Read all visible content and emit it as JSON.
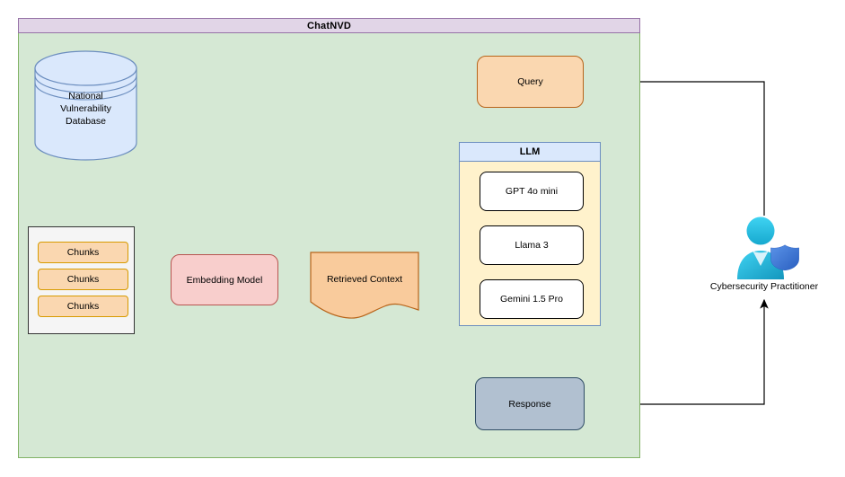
{
  "diagram": {
    "title": "ChatNVD",
    "container_label": "ChatNVD",
    "colors": {
      "container_fill": "#d5e8d4",
      "container_stroke": "#82b366",
      "header_fill": "#e1d5e7",
      "header_stroke": "#9673a6",
      "database_fill": "#dae8fc",
      "database_stroke": "#6c8ebf",
      "chunk_fill": "#fad7b0",
      "chunk_stroke": "#d79b00",
      "embedding_fill": "#f8cecc",
      "embedding_stroke": "#b85450",
      "retrieved_fill": "#f9cb9c",
      "retrieved_stroke": "#b8641a",
      "llm_header_fill": "#dae8fc",
      "llm_body_fill": "#fff2cc",
      "llm_stroke": "#6c8ebf",
      "query_fill": "#fad7b0",
      "query_stroke": "#b8641a",
      "response_fill": "#b1c0d0",
      "response_stroke": "#2f4c65",
      "person_cyan": "#29c3e8",
      "person_teal": "#1ba7c6",
      "shield_blue": "#3f7fd4",
      "edge_stroke": "#000000"
    }
  },
  "database": {
    "name": "national-vulnerability-database",
    "label_lines": [
      "National",
      "Vulnerability",
      "Database"
    ],
    "label": "National Vulnerability Database"
  },
  "chunks": {
    "items": [
      {
        "label": "Chunks"
      },
      {
        "label": "Chunks"
      },
      {
        "label": "Chunks"
      }
    ]
  },
  "embedding": {
    "label": "Embedding Model"
  },
  "retrieved": {
    "label": "Retrieved Context"
  },
  "llm": {
    "header": "LLM",
    "models": [
      {
        "label": "GPT 4o mini"
      },
      {
        "label": "Llama 3"
      },
      {
        "label": "Gemini 1.5 Pro"
      }
    ]
  },
  "query": {
    "label": "Query"
  },
  "response": {
    "label": "Response"
  },
  "practitioner": {
    "label": "Cybersecurity Practitioner"
  },
  "edges": [
    {
      "from": "national-vulnerability-database",
      "to": "chunks"
    },
    {
      "from": "chunks",
      "to": "embedding-model"
    },
    {
      "from": "embedding-model",
      "to": "retrieved-context"
    },
    {
      "from": "retrieved-context",
      "to": "llm"
    },
    {
      "from": "query",
      "to": "embedding-model"
    },
    {
      "from": "query",
      "to": "llm"
    },
    {
      "from": "llm",
      "to": "response"
    },
    {
      "from": "response",
      "to": "cybersecurity-practitioner"
    },
    {
      "from": "cybersecurity-practitioner",
      "to": "query"
    }
  ]
}
